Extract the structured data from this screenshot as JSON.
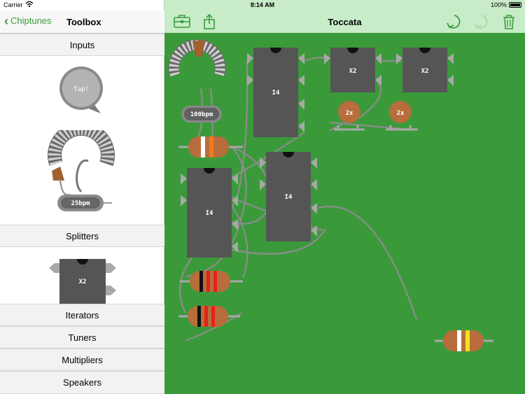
{
  "status": {
    "carrier": "Carrier",
    "time": "8:14 AM",
    "battery": "100%"
  },
  "left": {
    "back_label": "Chiptunes",
    "title": "Toolbox",
    "sections": {
      "inputs": "Inputs",
      "splitters": "Splitters",
      "iterators": "Iterators",
      "tuners": "Tuners",
      "multipliers": "Multipliers",
      "speakers": "Speakers"
    },
    "tap_label": "Tap!",
    "tempo_label": "25bpm",
    "splitter_label": "X2"
  },
  "right": {
    "title": "Toccata",
    "icons": {
      "toolbox": "toolbox-icon",
      "share": "share-icon",
      "undo": "undo-icon",
      "redo": "redo-icon",
      "trash": "trash-icon"
    }
  },
  "board": {
    "tempo_label": "100bpm",
    "chips": [
      "I4",
      "X2",
      "X2",
      "I4",
      "I4"
    ],
    "pots": [
      "2x",
      "2x"
    ]
  },
  "colors": {
    "accent": "#3a9b3a",
    "nav_green": "#c7ecc7",
    "board_green": "#3a9a3a",
    "chip": "#555555",
    "resistor": "#b86d3c"
  }
}
